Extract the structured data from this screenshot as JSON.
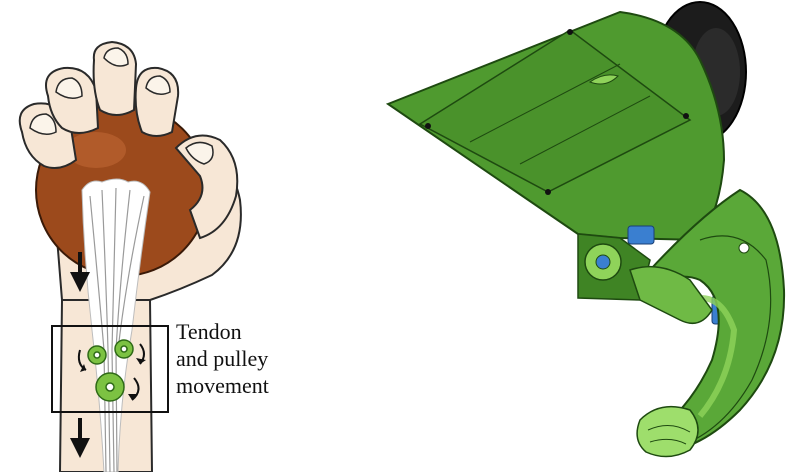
{
  "caption": {
    "line1": "Tendon",
    "line2": "and pulley",
    "line3": "movement"
  },
  "colors": {
    "skin": "#f7e7d6",
    "skin_outline": "#2a2a2a",
    "ball": "#9c4a1c",
    "ball_highlight": "#c26a36",
    "pulley": "#7cc242",
    "device_green": "#4f9a2f",
    "device_dark": "#2e6a1a",
    "device_light": "#8fd35a",
    "motor": "#1c1c1c",
    "actuator_blue": "#3a7fd0",
    "arrow": "#111111"
  },
  "icons": [
    "down-arrow-icon",
    "curved-arrow-icon"
  ]
}
